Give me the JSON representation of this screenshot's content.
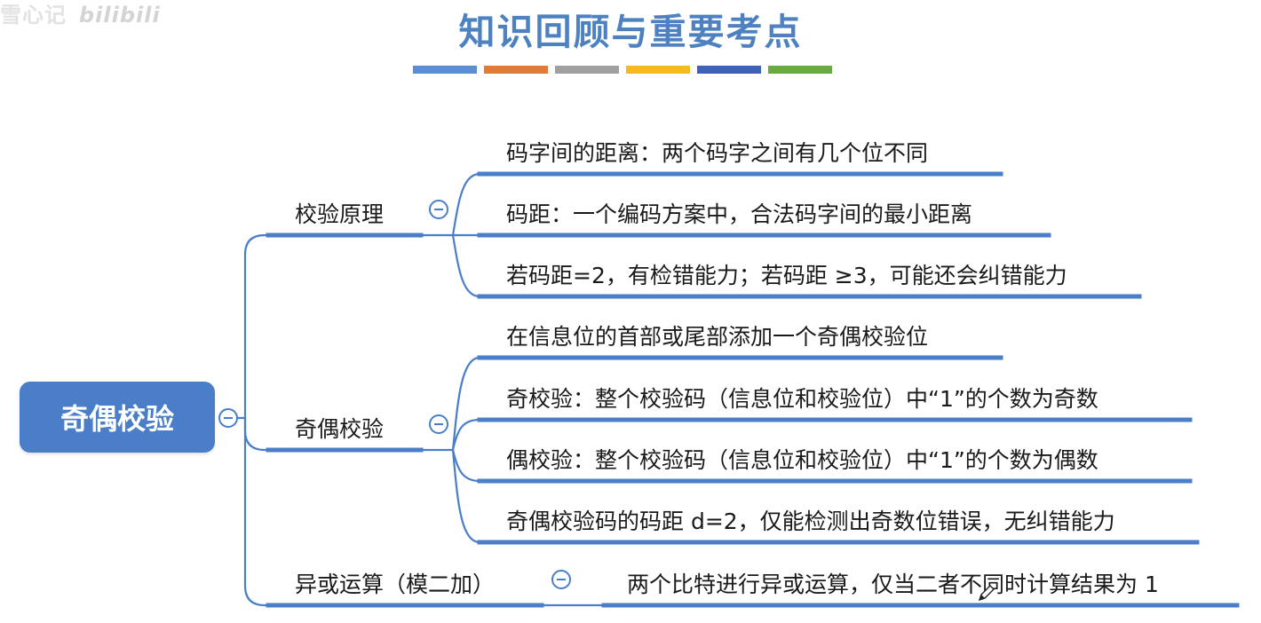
{
  "watermark": {
    "text": "雪心记",
    "logo": "bilibili"
  },
  "title": "知识回顾与重要考点",
  "accent_bars": [
    "#5b8fd0",
    "#e07b39",
    "#a0a0a0",
    "#f4bb1e",
    "#3f63b4",
    "#6aaa45"
  ],
  "mindmap": {
    "root": "奇偶校验",
    "branches": [
      {
        "label": "校验原理",
        "leaves": [
          "码字间的距离：两个码字之间有几个位不同",
          "码距：一个编码方案中，合法码字间的最小距离",
          "若码距=2，有检错能力；若码距 ≥3，可能还会纠错能力"
        ]
      },
      {
        "label": "奇偶校验",
        "leaves": [
          "在信息位的首部或尾部添加一个奇偶校验位",
          "奇校验：整个校验码（信息位和校验位）中“1”的个数为奇数",
          "偶校验：整个校验码（信息位和校验位）中“1”的个数为偶数",
          "奇偶校验码的码距 d=2，仅能检测出奇数位错误，无纠错能力"
        ]
      },
      {
        "label": "异或运算（模二加）",
        "leaves": [
          "两个比特进行异或运算，仅当二者不同时计算结果为 1"
        ]
      }
    ]
  },
  "colors": {
    "line": "#4a7ec9",
    "root_bg": "#4a7ec9",
    "title": "#4d81c0"
  }
}
